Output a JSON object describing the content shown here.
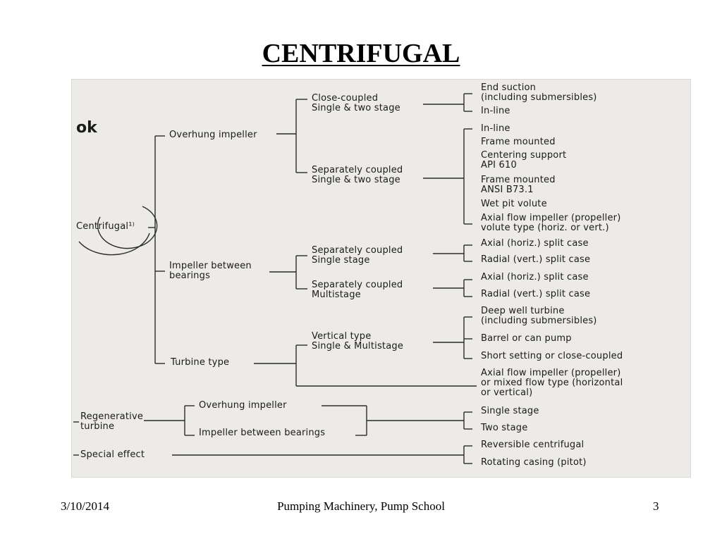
{
  "slide": {
    "title": "CENTRIFUGAL",
    "date": "3/10/2014",
    "footer": "Pumping Machinery, Pump School",
    "page_number": "3"
  },
  "diagram": {
    "corner_fragment": "ok",
    "root": "Centrifugal¹⁾",
    "level1": {
      "overhung": "Overhung impeller",
      "between": "Impeller between\nbearings",
      "turbine": "Turbine type",
      "regen": "Regenerative\nturbine",
      "special": "Special effect"
    },
    "level2": {
      "close_coupled": "Close-coupled\nSingle & two stage",
      "sep_coupled": "Separately coupled\nSingle & two stage",
      "sep_single": "Separately coupled\nSingle stage",
      "sep_multi": "Separately coupled\nMultistage",
      "vertical": "Vertical type\nSingle & Multistage",
      "regen_overhung": "Overhung impeller",
      "regen_between": "Impeller between bearings"
    },
    "leaves": {
      "end_suction": "End suction\n(including submersibles)",
      "inline_1": "In-line",
      "inline_2": "In-line",
      "frame_mounted": "Frame mounted",
      "centering": "Centering support\nAPI 610",
      "frame_ansi": "Frame mounted\nANSI B73.1",
      "wet_pit": "Wet pit volute",
      "axial_volute": "Axial flow impeller (propeller)\nvolute type (horiz. or vert.)",
      "axial_split_1": "Axial (horiz.) split case",
      "radial_split_1": "Radial (vert.) split case",
      "axial_split_2": "Axial (horiz.) split case",
      "radial_split_2": "Radial (vert.) split case",
      "deep_well": "Deep well turbine\n(including submersibles)",
      "barrel": "Barrel or can pump",
      "short_setting": "Short setting or close-coupled",
      "axial_mixed": "Axial flow impeller (propeller)\nor mixed flow type (horizontal\nor vertical)",
      "single_stage": "Single stage",
      "two_stage": "Two stage",
      "reversible": "Reversible centrifugal",
      "rotating": "Rotating casing (pitot)"
    }
  }
}
